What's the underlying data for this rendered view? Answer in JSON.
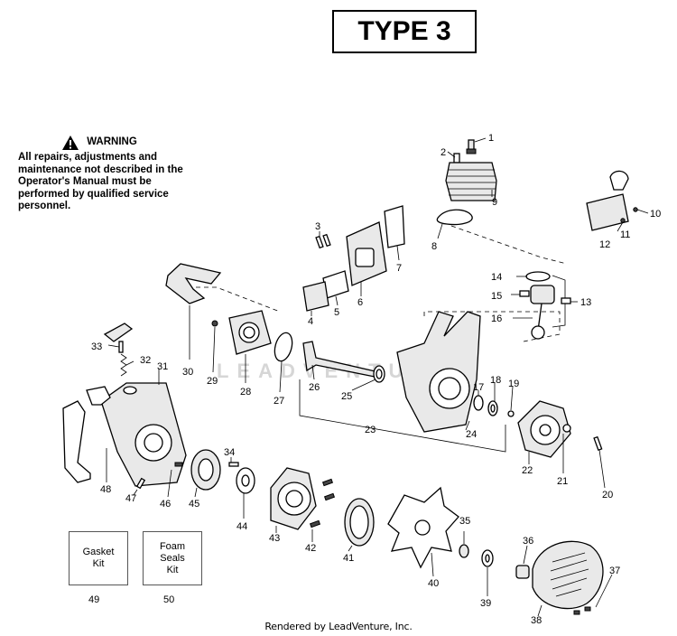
{
  "title": "TYPE 3",
  "warning": {
    "heading": "WARNING",
    "body": "All repairs, adjustments and maintenance not described in the Operator's Manual must be performed by qualified service personnel.",
    "icon": "warning-triangle-icon"
  },
  "callouts": [
    "1",
    "2",
    "3",
    "4",
    "5",
    "6",
    "7",
    "8",
    "9",
    "10",
    "11",
    "12",
    "13",
    "14",
    "15",
    "16",
    "17",
    "18",
    "19",
    "20",
    "21",
    "22",
    "23",
    "24",
    "25",
    "26",
    "27",
    "28",
    "29",
    "30",
    "31",
    "32",
    "33",
    "34",
    "35",
    "36",
    "37",
    "38",
    "39",
    "40",
    "41",
    "42",
    "43",
    "44",
    "45",
    "46",
    "47",
    "48"
  ],
  "kits": [
    {
      "line1": "Gasket",
      "line2": "Kit",
      "line3": "",
      "number": "49"
    },
    {
      "line1": "Foam",
      "line2": "Seals",
      "line3": "Kit",
      "number": "50"
    }
  ],
  "watermark": "LEADVENTURE",
  "footer": "Rendered by LeadVenture, Inc."
}
